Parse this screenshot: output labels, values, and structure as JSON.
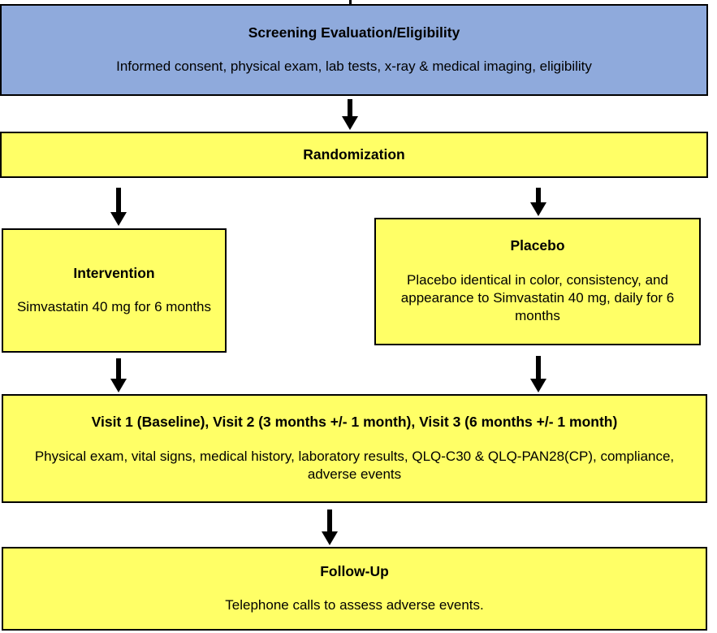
{
  "diagram": {
    "type": "clinical-trial-flowchart",
    "colors": {
      "screening_fill": "#8FAADC",
      "stage_fill": "#FFFF66",
      "border": "#000000",
      "text": "#000000",
      "background": "#FFFFFF"
    },
    "nodes": [
      {
        "id": "screening",
        "title": "Screening Evaluation/Eligibility",
        "body": "Informed consent, physical exam, lab tests, x-ray & medical imaging, eligibility",
        "fill": "#8FAADC"
      },
      {
        "id": "randomization",
        "title": "Randomization",
        "body": "",
        "fill": "#FFFF66"
      },
      {
        "id": "intervention",
        "title": "Intervention",
        "body": "Simvastatin 40 mg for 6 months",
        "fill": "#FFFF66"
      },
      {
        "id": "placebo",
        "title": "Placebo",
        "body": "Placebo identical in color, consistency, and appearance to Simvastatin 40 mg, daily for 6 months",
        "fill": "#FFFF66"
      },
      {
        "id": "visits",
        "title": "Visit 1 (Baseline), Visit 2 (3 months +/- 1 month), Visit 3 (6 months +/- 1 month)",
        "body": "Physical exam, vital signs, medical history, laboratory results, QLQ-C30 & QLQ-PAN28(CP), compliance, adverse events",
        "fill": "#FFFF66"
      },
      {
        "id": "followup",
        "title": "Follow-Up",
        "body": "Telephone calls to assess adverse events.",
        "fill": "#FFFF66"
      }
    ],
    "edges": [
      {
        "id": "screening-to-randomization",
        "from": "screening",
        "to": "randomization",
        "direction": "down"
      },
      {
        "id": "randomization-to-intervention",
        "from": "randomization",
        "to": "intervention",
        "direction": "down"
      },
      {
        "id": "randomization-to-placebo",
        "from": "randomization",
        "to": "placebo",
        "direction": "down"
      },
      {
        "id": "intervention-to-visits",
        "from": "intervention",
        "to": "visits",
        "direction": "down"
      },
      {
        "id": "placebo-to-visits",
        "from": "placebo",
        "to": "visits",
        "direction": "down"
      },
      {
        "id": "visits-to-followup",
        "from": "visits",
        "to": "followup",
        "direction": "down"
      }
    ]
  }
}
